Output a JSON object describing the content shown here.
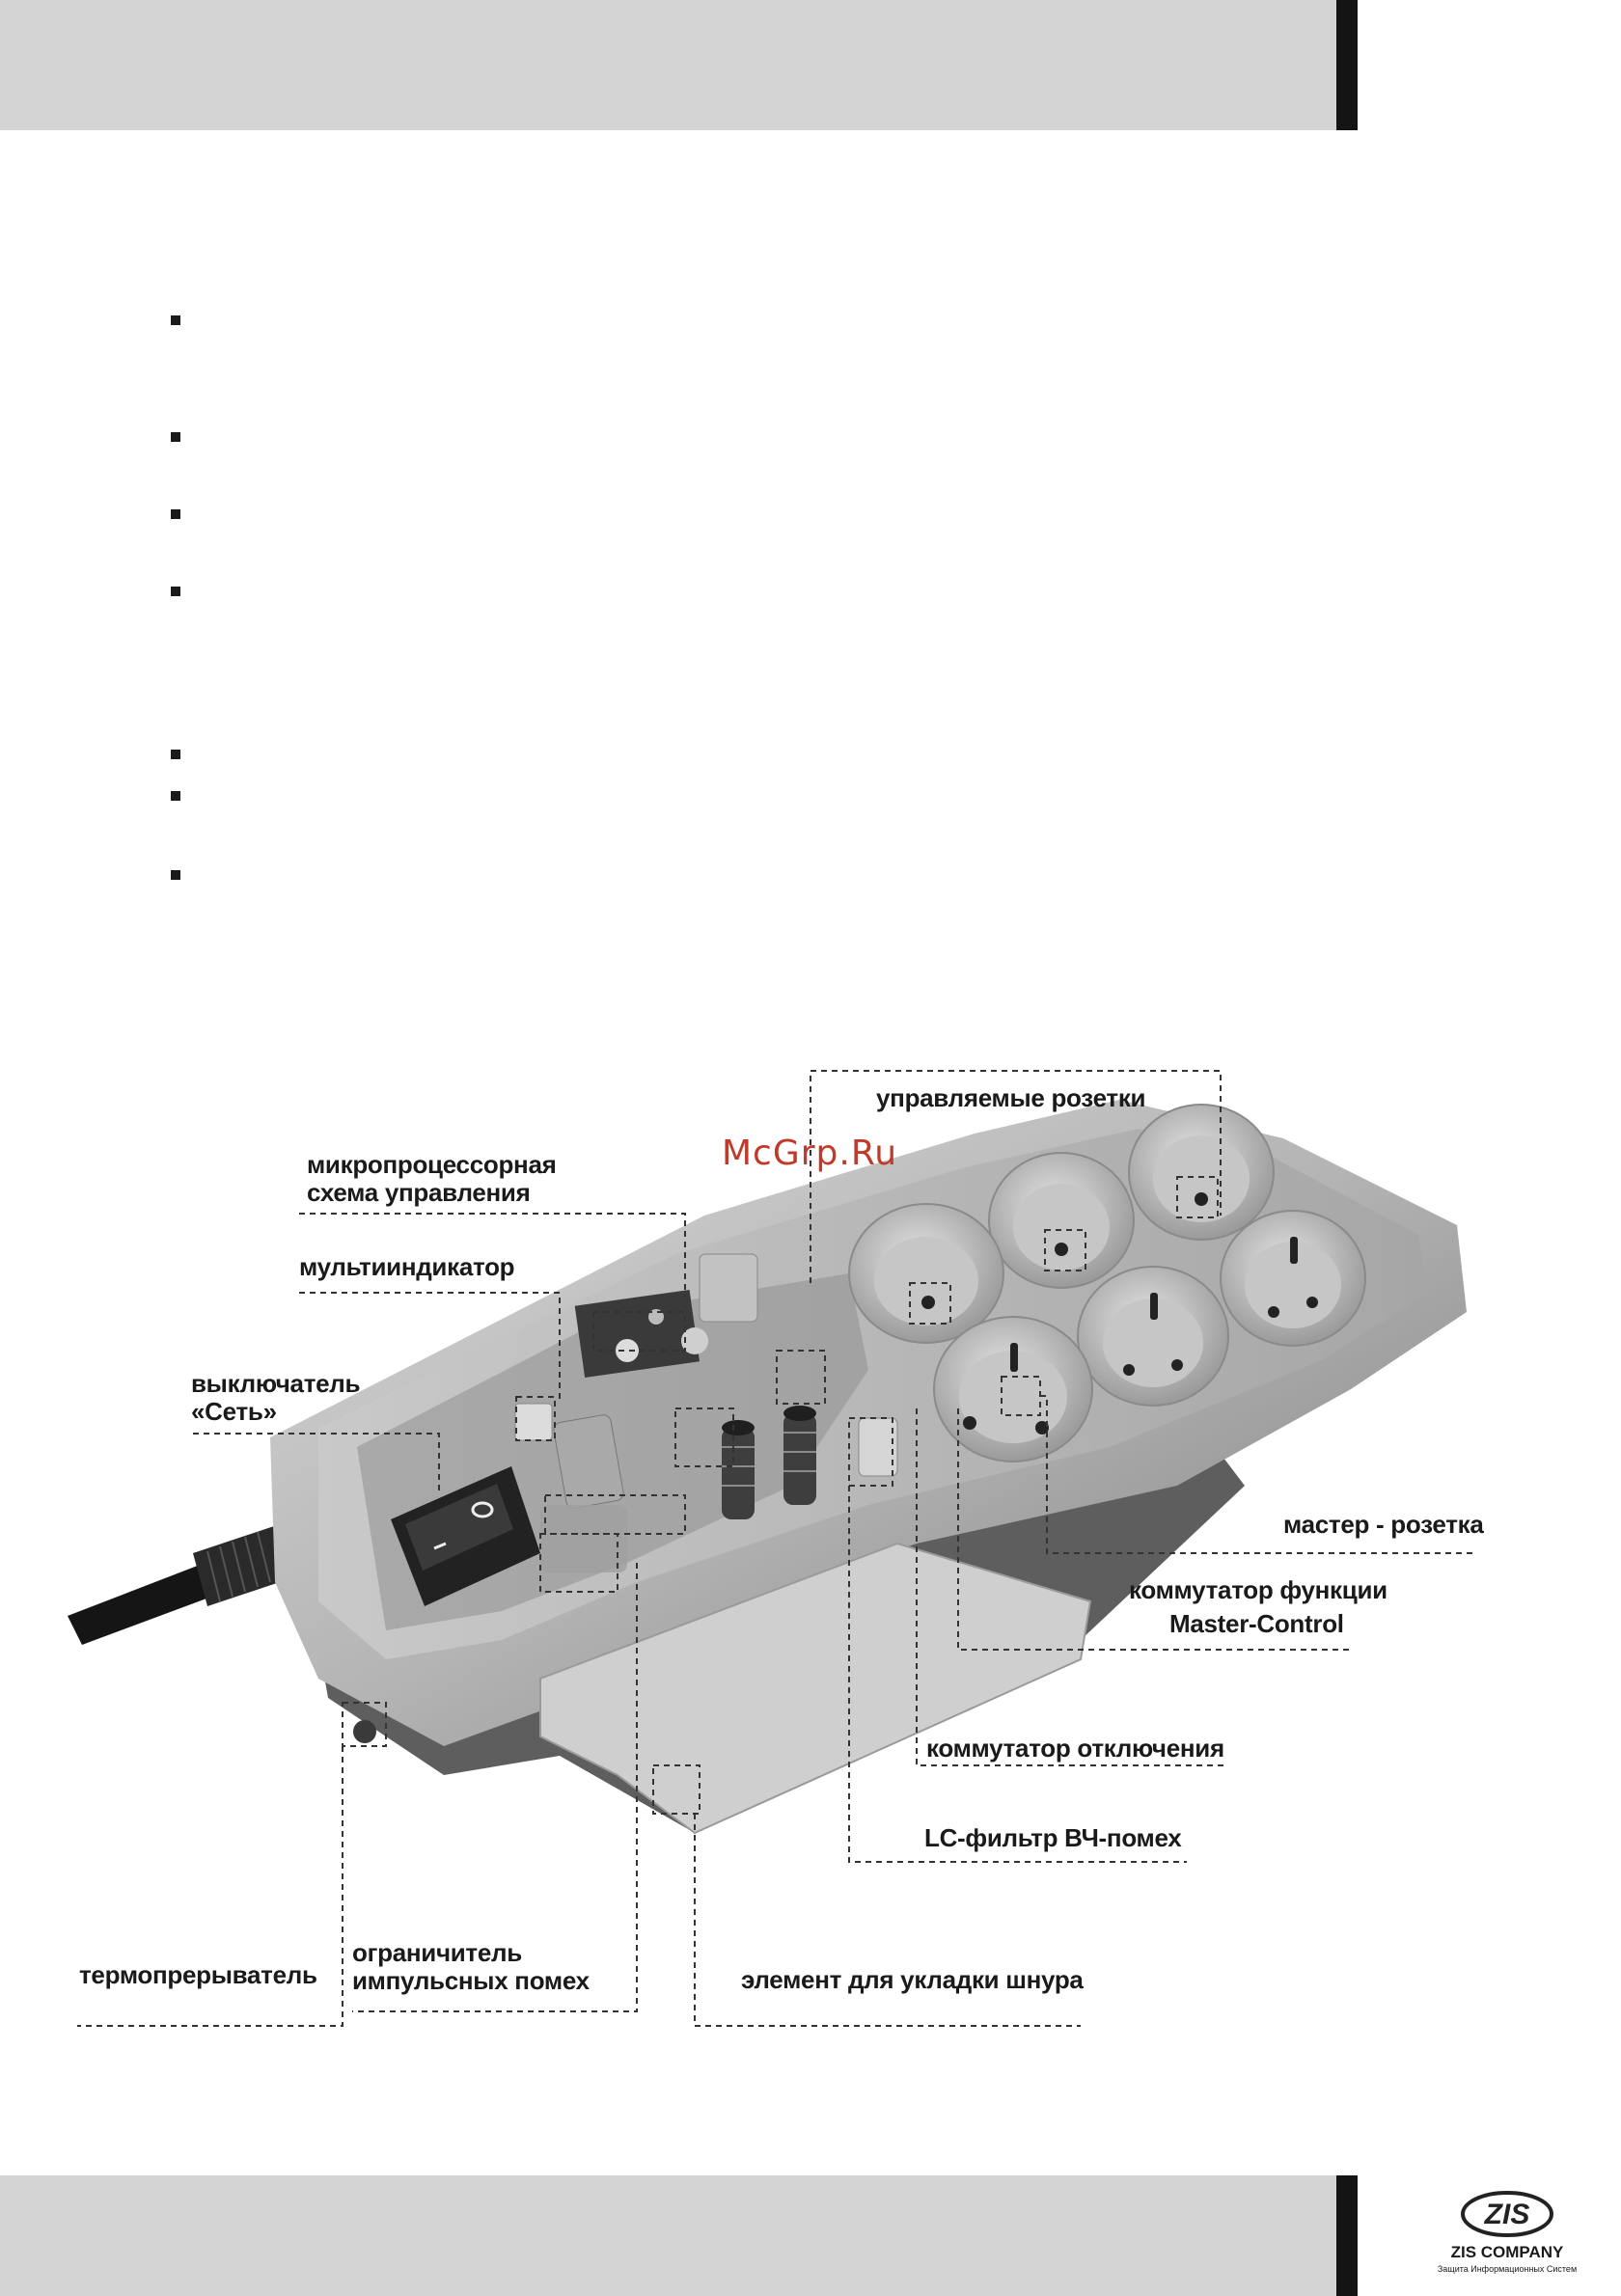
{
  "watermark": "McGrp.Ru",
  "labels": {
    "controlled_sockets": "управляемые  розетки",
    "microprocessor_line1": "микропроцессорная",
    "microprocessor_line2": "схема  управления",
    "multiindicator": "мультииндикатор",
    "switch_line1": "выключатель",
    "switch_line2": "«Сеть»",
    "master_socket": "мастер - розетка",
    "master_control_line1": "коммутатор функции",
    "master_control_line2": "Master-Control",
    "disconnect_switch": "коммутатор отключения",
    "lc_filter": "LC-фильтр ВЧ-помех",
    "thermal_breaker": "термопрерыватель",
    "surge_limiter_line1": "ограничитель",
    "surge_limiter_line2": "импульсных помех",
    "cord_element": "элемент для укладки шнура"
  },
  "logo": {
    "mark": "ZIS",
    "name": "ZIS COMPANY",
    "tagline": "Защита Информационных Систем"
  }
}
